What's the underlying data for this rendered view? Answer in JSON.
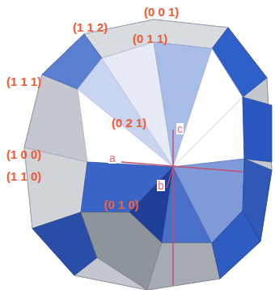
{
  "diagram": {
    "labels": [
      "(0 0 1)",
      "(1 1 2)",
      "(0 1 1)",
      "(1 1 1)",
      "(0 2 1)",
      "(1 0 0)",
      "(1 1 0)",
      "(0 1 0)",
      "c",
      "a",
      "b"
    ]
  }
}
